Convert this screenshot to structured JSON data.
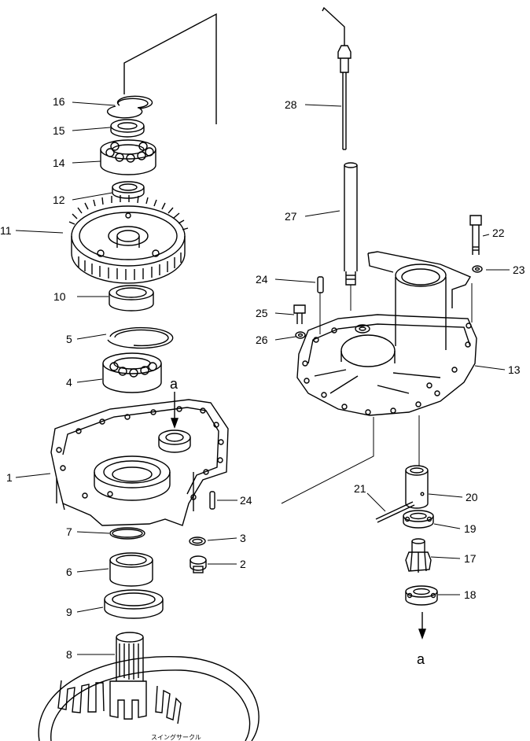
{
  "labels": {
    "p1": "1",
    "p2": "2",
    "p3": "3",
    "p4": "4",
    "p5": "5",
    "p6": "6",
    "p7": "7",
    "p8": "8",
    "p9": "9",
    "p10": "10",
    "p11": "11",
    "p12": "12",
    "p13": "13",
    "p14": "14",
    "p15": "15",
    "p16": "16",
    "p17": "17",
    "p18": "18",
    "p19": "19",
    "p20": "20",
    "p21": "21",
    "p22": "22",
    "p23": "23",
    "p24a": "24",
    "p24b": "24",
    "p25": "25",
    "p26": "26",
    "p27": "27",
    "p28": "28"
  },
  "markers": {
    "a_top": "a",
    "a_bottom": "a"
  },
  "caption": "スイングサークル"
}
